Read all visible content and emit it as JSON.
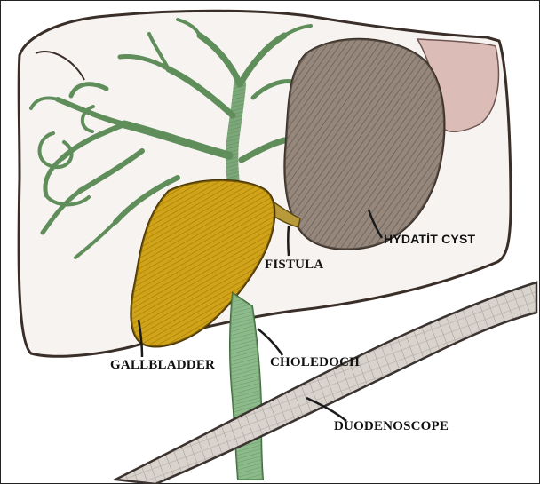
{
  "labels": {
    "hydatid_cyst": "HYDATİT CYST",
    "fistula": "FISTULA",
    "gallbladder": "GALLBLADDER",
    "choledoch": "CHOLEDOCH",
    "duodenoscope": "DUODENOSCOPE"
  },
  "colors": {
    "liver_outline": "#3a2e28",
    "liver_fill": "#f7f3f1",
    "liver_right_tint": "#d9b9b4",
    "bile_ducts": "#6f9a6a",
    "cyst": "#8d7f74",
    "gallbladder": "#c89a12",
    "duodenoscope": "#cfc9c4",
    "leader_lines": "#1a1a1a"
  }
}
